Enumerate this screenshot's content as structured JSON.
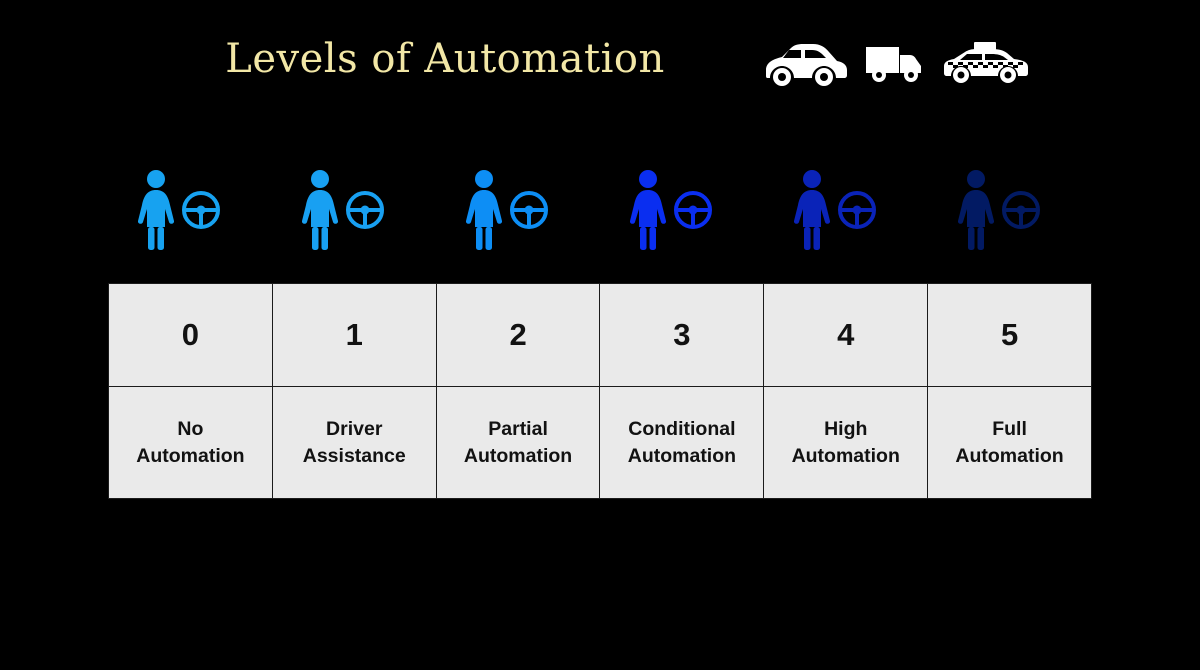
{
  "page": {
    "background_color": "#000000",
    "title": "Levels of Automation",
    "title_color": "#f2e7a6"
  },
  "header": {
    "vehicle_icons": [
      {
        "name": "car-icon",
        "label": "car",
        "color": "#ffffff"
      },
      {
        "name": "truck-icon",
        "label": "truck",
        "color": "#ffffff"
      },
      {
        "name": "taxi-icon",
        "label": "taxi",
        "color": "#ffffff"
      }
    ]
  },
  "icon_row": {
    "driver_icon_name": "driver-person-icon",
    "wheel_icon_name": "steering-wheel-icon",
    "items": [
      {
        "level": "0",
        "color": "#17a2f0"
      },
      {
        "level": "1",
        "color": "#18a0f2"
      },
      {
        "level": "2",
        "color": "#0d8ef5"
      },
      {
        "level": "3",
        "color": "#0a2ef0"
      },
      {
        "level": "4",
        "color": "#0a23b8"
      },
      {
        "level": "5",
        "color": "#021a63"
      }
    ]
  },
  "table": {
    "cell_background": "#eaeaea",
    "border_color": "#1c1c1c",
    "text_color": "#121212",
    "levels": [
      "0",
      "1",
      "2",
      "3",
      "4",
      "5"
    ],
    "labels": [
      {
        "line1": "No",
        "line2": "Automation"
      },
      {
        "line1": "Driver",
        "line2": "Assistance"
      },
      {
        "line1": "Partial",
        "line2": "Automation"
      },
      {
        "line1": "Conditional",
        "line2": "Automation"
      },
      {
        "line1": "High",
        "line2": "Automation"
      },
      {
        "line1": "Full",
        "line2": "Automation"
      }
    ]
  }
}
